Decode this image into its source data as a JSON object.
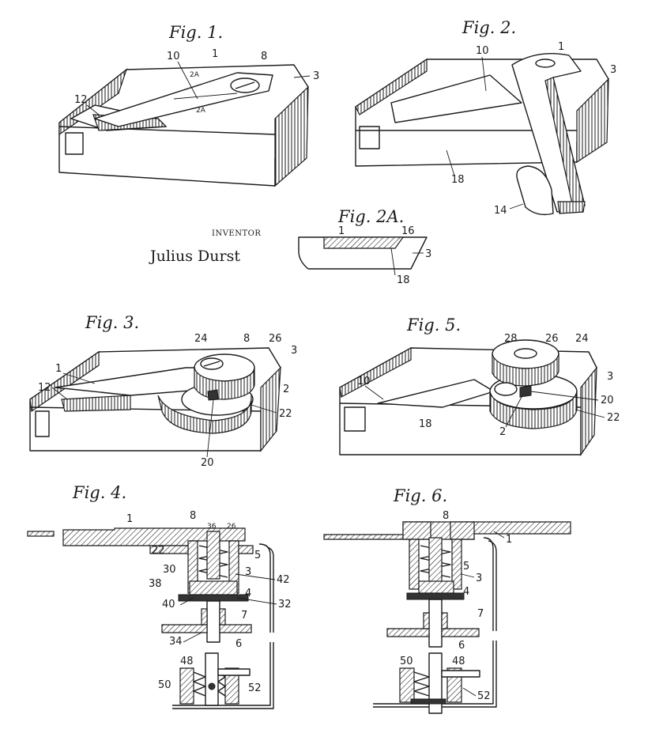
{
  "figures": {
    "fig1": {
      "title": "Fig. 1.",
      "refs": [
        "1",
        "8",
        "10",
        "2A",
        "2A",
        "12",
        "3"
      ]
    },
    "fig2": {
      "title": "Fig. 2.",
      "refs": [
        "1",
        "10",
        "3",
        "18",
        "14"
      ]
    },
    "fig2a": {
      "title": "Fig. 2A.",
      "refs": [
        "1",
        "16",
        "3",
        "18"
      ]
    },
    "fig3": {
      "title": "Fig. 3.",
      "refs": [
        "24",
        "8",
        "26",
        "3",
        "1",
        "12",
        "2",
        "22",
        "20"
      ]
    },
    "fig5": {
      "title": "Fig. 5.",
      "refs": [
        "28",
        "26",
        "24",
        "10",
        "3",
        "20",
        "22",
        "18",
        "2"
      ]
    },
    "fig4": {
      "title": "Fig. 4.",
      "refs": [
        "1",
        "8",
        "36",
        "26",
        "22",
        "5",
        "30",
        "3",
        "42",
        "38",
        "4",
        "40",
        "32",
        "7",
        "34",
        "6",
        "48",
        "50",
        "52"
      ]
    },
    "fig6": {
      "title": "Fig. 6.",
      "refs": [
        "8",
        "1",
        "5",
        "3",
        "4",
        "7",
        "6",
        "50",
        "48",
        "52"
      ]
    }
  },
  "inventor": {
    "caption": "INVENTOR",
    "name": "Julius Durst"
  }
}
